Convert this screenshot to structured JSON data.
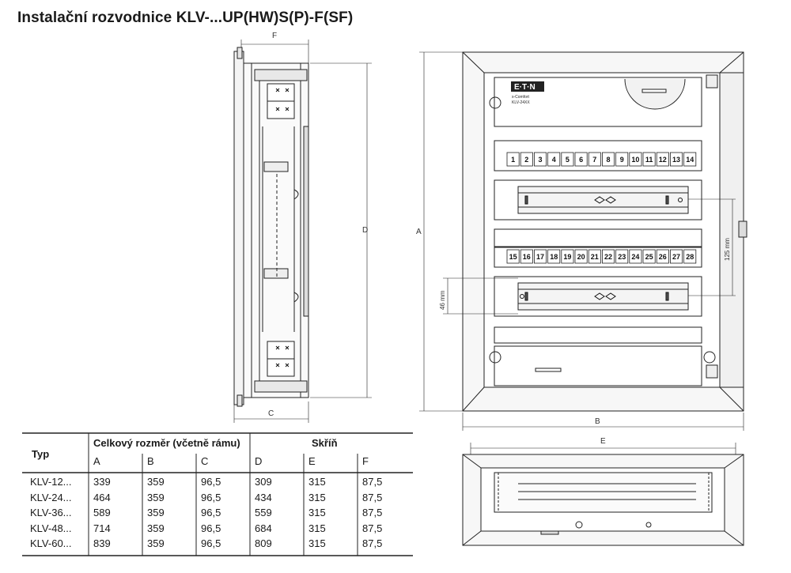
{
  "title": "Instalační rozvodnice KLV-...UP(HW)S(P)-F(SF)",
  "dimension_labels": {
    "F": "F",
    "C": "C",
    "D": "D",
    "A": "A",
    "B": "B",
    "E": "E",
    "rail_gap": "125 mm",
    "rail_height": "46 mm"
  },
  "device": {
    "brand": "E·T·N",
    "line1": "x-Comfort",
    "line2": "KLV-24XX",
    "terminals_row1": [
      "1",
      "2",
      "3",
      "4",
      "5",
      "6",
      "7",
      "8",
      "9",
      "10",
      "11",
      "12",
      "13",
      "14"
    ],
    "terminals_row2": [
      "15",
      "16",
      "17",
      "18",
      "19",
      "20",
      "21",
      "22",
      "23",
      "24",
      "25",
      "26",
      "27",
      "28"
    ]
  },
  "table": {
    "col_type": "Typ",
    "group_overall": "Celkový rozměr (včetně rámu)",
    "group_cabinet": "Skříň",
    "sub_headers": [
      "A",
      "B",
      "C",
      "D",
      "E",
      "F"
    ],
    "rows": [
      {
        "typ": "KLV-12...",
        "A": "339",
        "B": "359",
        "C": "96,5",
        "D": "309",
        "E": "315",
        "F": "87,5"
      },
      {
        "typ": "KLV-24...",
        "A": "464",
        "B": "359",
        "C": "96,5",
        "D": "434",
        "E": "315",
        "F": "87,5"
      },
      {
        "typ": "KLV-36...",
        "A": "589",
        "B": "359",
        "C": "96,5",
        "D": "559",
        "E": "315",
        "F": "87,5"
      },
      {
        "typ": "KLV-48...",
        "A": "714",
        "B": "359",
        "C": "96,5",
        "D": "684",
        "E": "315",
        "F": "87,5"
      },
      {
        "typ": "KLV-60...",
        "A": "839",
        "B": "359",
        "C": "96,5",
        "D": "809",
        "E": "315",
        "F": "87,5"
      }
    ]
  }
}
